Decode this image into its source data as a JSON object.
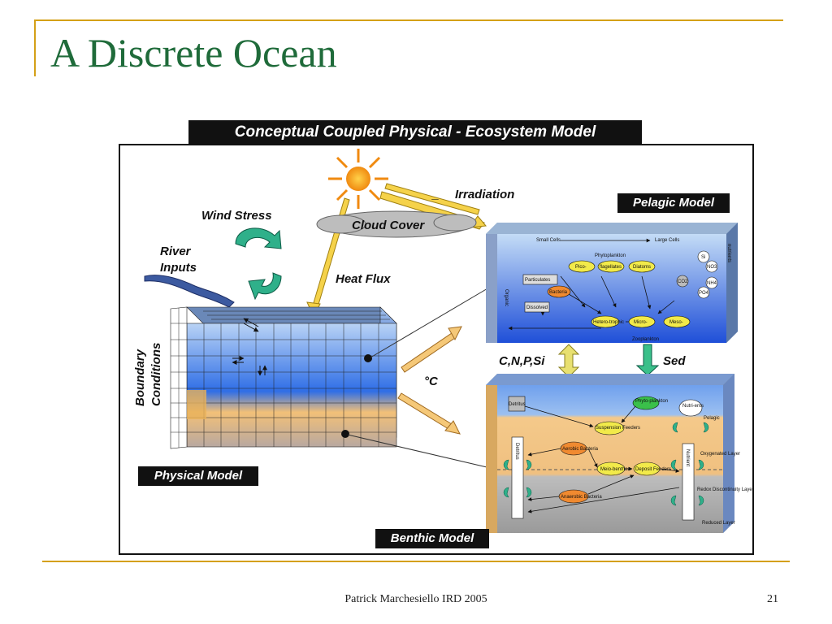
{
  "slide": {
    "title": "A Discrete Ocean",
    "footer": "Patrick Marchesiello IRD 2005",
    "page_number": "21"
  },
  "diagram": {
    "title": "Conceptual Coupled Physical - Ecosystem Model",
    "labels": {
      "wind_stress": "Wind Stress",
      "river_inputs_line1": "River",
      "river_inputs_line2": "Inputs",
      "cloud_cover": "Cloud Cover",
      "irradiation": "Irradiation",
      "irradiation_sign": "_",
      "heat_flux": "Heat Flux",
      "boundary_line1": "Boundary",
      "boundary_line2": "Conditions",
      "temperature": "°C",
      "cnpsi": "C,N,P,Si",
      "sed": "Sed"
    },
    "tags": {
      "pelagic": "Pelagic Model",
      "physical": "Physical Model",
      "benthic": "Benthic Model"
    },
    "pelagic_nodes": {
      "small_cells": "Small Cells",
      "large_cells": "Large Cells",
      "phytoplankton": "Phytoplankton",
      "pico": "Pico-",
      "flagellates": "flagellates",
      "diatoms": "Diatoms",
      "particulates": "Particulates",
      "bacteria": "Bacteria",
      "dissolved": "Dissolved",
      "heterotrophic": "Hetero-trophic",
      "micro": "Micro-",
      "meso": "Meso-",
      "zooplankton": "Zooplankton",
      "organic": "Organic",
      "nutrients": "nutrients",
      "si": "Si",
      "no3": "NO3",
      "nh4": "NH4",
      "po4": "PO4",
      "co2": "CO2"
    },
    "benthic_nodes": {
      "detritus": "Detritus",
      "phytoplankton": "Phyto-plankton",
      "nutrients": "Nutri-ents",
      "pelagic": "Pelagic",
      "suspension_feeders": "Suspension Feeders",
      "aerobic_bacteria": "Aerobic Bacteria",
      "meiobenthos": "Meio-benthos",
      "deposit_feeders": "Deposit Feeders",
      "anaerobic_bacteria": "Anaerobic Bacteria",
      "oxygenated_layer": "Oxygenated Layer",
      "redox_layer": "Redox Discontinuity Layer",
      "reduced_layer": "Reduced Layer",
      "detritus_column": "Detritus",
      "nutrient_column": "Nutrient"
    }
  }
}
